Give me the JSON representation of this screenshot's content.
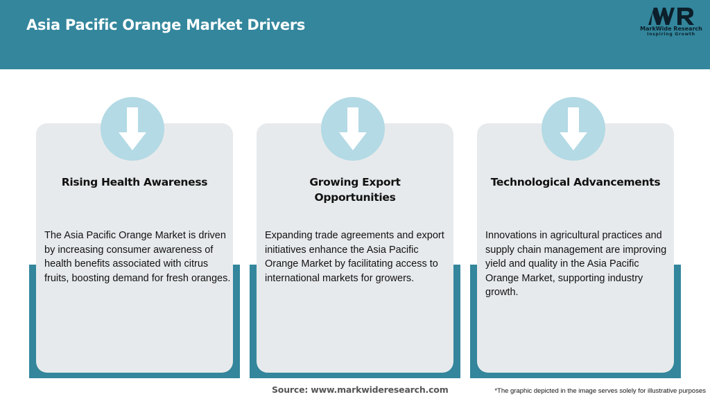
{
  "header": {
    "title": "Asia Pacific Orange Market Drivers",
    "background_color": "#33869c",
    "logo": {
      "mark": "MWR",
      "name": "MarkWide Research",
      "tagline": "Inspiring Growth"
    }
  },
  "drivers": [
    {
      "icon": "arrow-down-icon",
      "title": "Rising Health Awareness",
      "body": "The Asia Pacific Orange Market is driven by increasing consumer awareness of health benefits associated with citrus fruits, boosting demand for fresh oranges."
    },
    {
      "icon": "arrow-down-icon",
      "title": "Growing Export Opportunities",
      "body": "Expanding trade agreements and export initiatives enhance the Asia Pacific Orange Market by facilitating access to international markets for growers."
    },
    {
      "icon": "arrow-down-icon",
      "title": "Technological Advancements",
      "body": "Innovations in agricultural practices and supply chain management are improving yield and quality in the Asia Pacific Orange Market, supporting industry growth."
    }
  ],
  "colors": {
    "accent_teal": "#33869c",
    "card_grey": "#e7eaec",
    "icon_circle": "#b3dae5"
  },
  "footer": {
    "source": "Source: www.markwideresearch.com",
    "disclaimer": "*The graphic depicted in the image serves solely for illustrative purposes"
  }
}
